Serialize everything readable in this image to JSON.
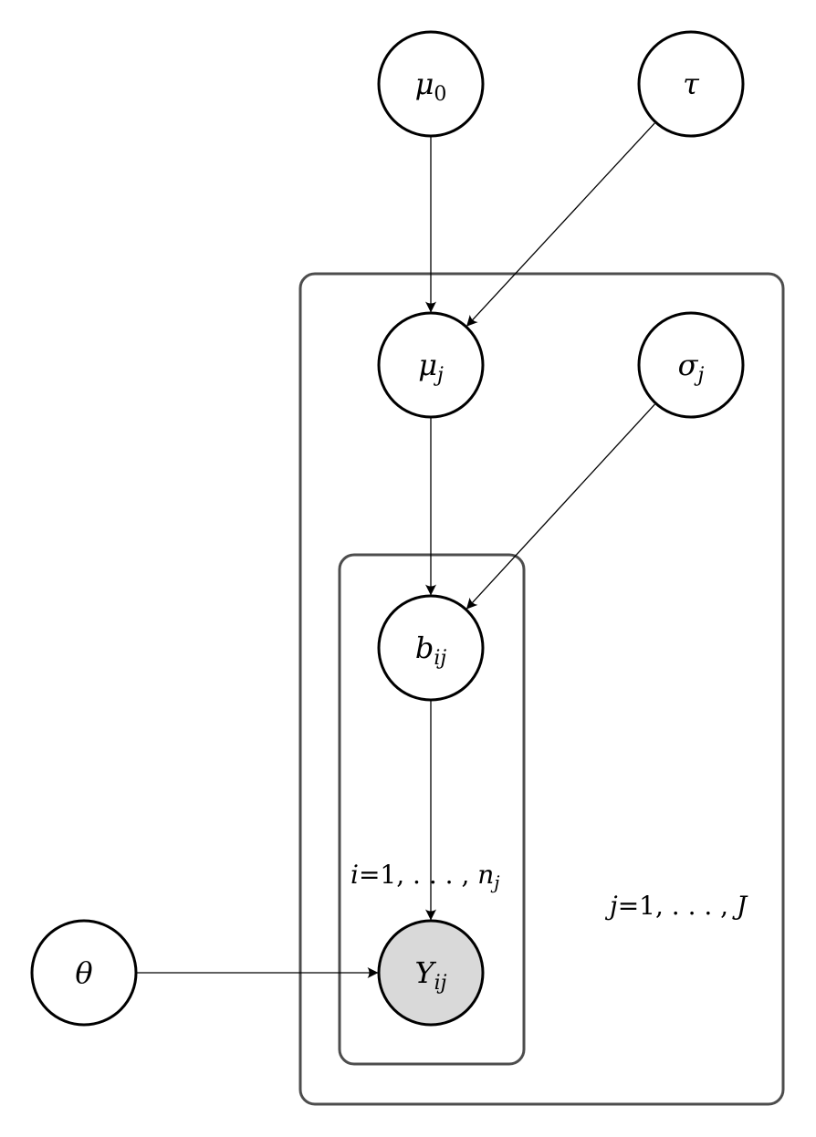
{
  "diagram": {
    "type": "plate-notation-graphical-model",
    "nodes": [
      {
        "id": "mu0",
        "symbol": "μ",
        "subscript": "0",
        "observed": false
      },
      {
        "id": "tau",
        "symbol": "τ",
        "subscript": "",
        "observed": false
      },
      {
        "id": "muj",
        "symbol": "μ",
        "subscript": "j",
        "observed": false
      },
      {
        "id": "sigmaj",
        "symbol": "σ",
        "subscript": "j",
        "observed": false
      },
      {
        "id": "bij",
        "symbol": "b",
        "subscript": "ij",
        "observed": false
      },
      {
        "id": "Yij",
        "symbol": "Y",
        "subscript": "ij",
        "observed": true
      },
      {
        "id": "theta",
        "symbol": "θ",
        "subscript": "",
        "observed": false
      }
    ],
    "edges": [
      {
        "from": "mu0",
        "to": "muj"
      },
      {
        "from": "tau",
        "to": "muj"
      },
      {
        "from": "muj",
        "to": "bij"
      },
      {
        "from": "sigmaj",
        "to": "bij"
      },
      {
        "from": "bij",
        "to": "Yij"
      },
      {
        "from": "theta",
        "to": "Yij"
      }
    ],
    "plates": [
      {
        "id": "outer",
        "label_var": "j",
        "label_rest": "=1, . . . , ",
        "label_end": "J",
        "label_end_italic": true
      },
      {
        "id": "inner",
        "label_var": "i",
        "label_rest": "=1, . . . , ",
        "label_end": "n",
        "label_end_sub": "j"
      }
    ],
    "colors": {
      "node_stroke": "#000000",
      "observed_fill": "#d9d9d9",
      "plate_stroke": "#4d4d4d"
    }
  }
}
